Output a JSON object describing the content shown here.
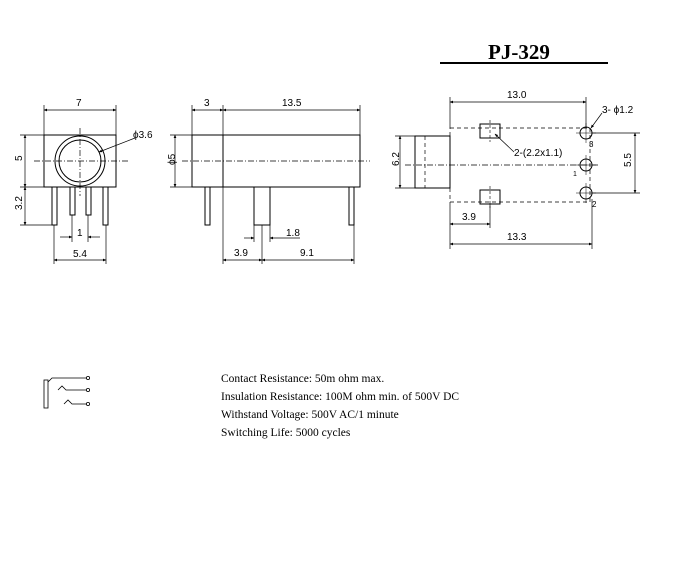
{
  "title": "PJ-329",
  "specs": [
    "Contact Resistance:    50m ohm max.",
    "Insulation Resistance: 100M ohm min. of 500V DC",
    "Withstand Voltage: 500V AC/1 minute",
    "Switching Life: 5000 cycles"
  ],
  "front_view": {
    "width_dim": "7",
    "hole_dia": "ϕ3.6",
    "height_dim": "5",
    "pin_len_dim": "3.2",
    "pin_gap_dim": "1",
    "pin_span_dim": "5.4"
  },
  "side_view": {
    "front_dim": "3",
    "body_len_dim": "13.5",
    "dia_dim": "ϕ5",
    "pin_pos_dim": "3.9",
    "pin_w_dim": "1.8",
    "pin_span_dim": "9.1"
  },
  "footprint": {
    "top_dim": "13.0",
    "hole_note": "3- ϕ1.2",
    "slot_note": "2-(2.2x1.1)",
    "left_dim": "6.2",
    "right_dim": "5.5",
    "slot_dim": "3.9",
    "bottom_dim": "13.3",
    "pin_label_3": "3",
    "pin_label_1": "1",
    "pin_label_2": "2"
  }
}
